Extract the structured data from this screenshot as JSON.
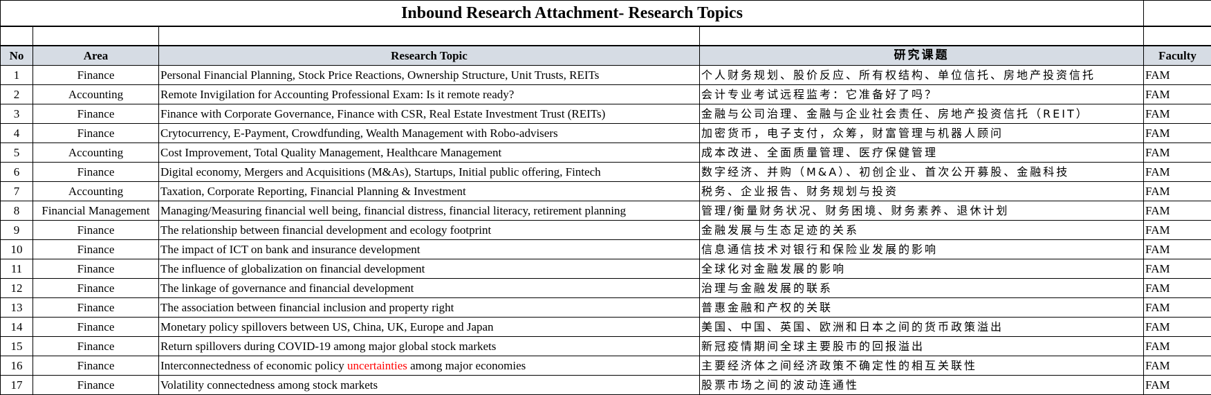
{
  "title": "Inbound Research Attachment- Research Topics",
  "headers": {
    "no": "No",
    "area": "Area",
    "topic": "Research Topic",
    "topic_cn": "研究课题",
    "faculty": "Faculty"
  },
  "rows": [
    {
      "no": "1",
      "area": "Finance",
      "topic": "Personal Financial Planning, Stock Price Reactions, Ownership Structure, Unit Trusts, REITs",
      "topic_cn": "个人财务规划、股价反应、所有权结构、单位信托、房地产投资信托",
      "faculty": "FAM"
    },
    {
      "no": "2",
      "area": "Accounting",
      "topic": "Remote Invigilation for Accounting Professional Exam: Is it remote ready?",
      "topic_cn": "会计专业考试远程监考：它准备好了吗？",
      "faculty": "FAM"
    },
    {
      "no": "3",
      "area": "Finance",
      "topic": "Finance with Corporate Governance, Finance with CSR, Real Estate Investment Trust (REITs)",
      "topic_cn": "金融与公司治理、金融与企业社会责任、房地产投资信托（REIT）",
      "faculty": "FAM"
    },
    {
      "no": "4",
      "area": "Finance",
      "topic": "Crytocurrency, E-Payment, Crowdfunding, Wealth Management with Robo-advisers",
      "topic_cn": "加密货币，电子支付，众筹，财富管理与机器人顾问",
      "faculty": "FAM"
    },
    {
      "no": "5",
      "area": "Accounting",
      "topic": "Cost Improvement, Total Quality Management, Healthcare Management",
      "topic_cn": "成本改进、全面质量管理、医疗保健管理",
      "faculty": "FAM"
    },
    {
      "no": "6",
      "area": "Finance",
      "topic": "Digital economy, Mergers and Acquisitions (M&As), Startups, Initial public offering, Fintech",
      "topic_cn": "数字经济、并购（M&A）、初创企业、首次公开募股、金融科技",
      "faculty": "FAM"
    },
    {
      "no": "7",
      "area": "Accounting",
      "topic": "Taxation, Corporate Reporting, Financial Planning & Investment",
      "topic_cn": "税务、企业报告、财务规划与投资",
      "faculty": "FAM"
    },
    {
      "no": "8",
      "area": "Financial Management",
      "topic": "Managing/Measuring financial well being, financial distress, financial literacy, retirement planning",
      "topic_cn": "管理/衡量财务状况、财务困境、财务素养、退休计划",
      "faculty": "FAM"
    },
    {
      "no": "9",
      "area": "Finance",
      "topic": "The relationship between financial development and ecology footprint",
      "topic_cn": "金融发展与生态足迹的关系",
      "faculty": "FAM"
    },
    {
      "no": "10",
      "area": "Finance",
      "topic": "The impact of ICT on bank and insurance development",
      "topic_cn": "信息通信技术对银行和保险业发展的影响",
      "faculty": "FAM"
    },
    {
      "no": "11",
      "area": "Finance",
      "topic": "The influence of globalization on financial development",
      "topic_cn": "全球化对金融发展的影响",
      "faculty": "FAM"
    },
    {
      "no": "12",
      "area": "Finance",
      "topic": "The linkage of governance and financial development",
      "topic_cn": "治理与金融发展的联系",
      "faculty": "FAM"
    },
    {
      "no": "13",
      "area": "Finance",
      "topic": "The association between financial inclusion and property right",
      "topic_cn": "普惠金融和产权的关联",
      "faculty": "FAM"
    },
    {
      "no": "14",
      "area": "Finance",
      "topic": "Monetary policy spillovers between US, China, UK, Europe and Japan",
      "topic_cn": "美国、中国、英国、欧洲和日本之间的货币政策溢出",
      "faculty": "FAM"
    },
    {
      "no": "15",
      "area": "Finance",
      "topic": "Return spillovers during COVID-19 among major global stock markets",
      "topic_cn": "新冠疫情期间全球主要股市的回报溢出",
      "faculty": "FAM"
    },
    {
      "no": "16",
      "area": "Finance",
      "topic_pre": "Interconnectedness of economic policy ",
      "topic_red": "uncertainties",
      "topic_post": " among major economies",
      "topic_cn": "主要经济体之间经济政策不确定性的相互关联性",
      "faculty": "FAM"
    },
    {
      "no": "17",
      "area": "Finance",
      "topic": "Volatility connectedness among stock markets",
      "topic_cn": "股票市场之间的波动连通性",
      "faculty": "FAM"
    }
  ],
  "colors": {
    "header_bg": "#d6dce4",
    "highlight": "#ff0000"
  }
}
